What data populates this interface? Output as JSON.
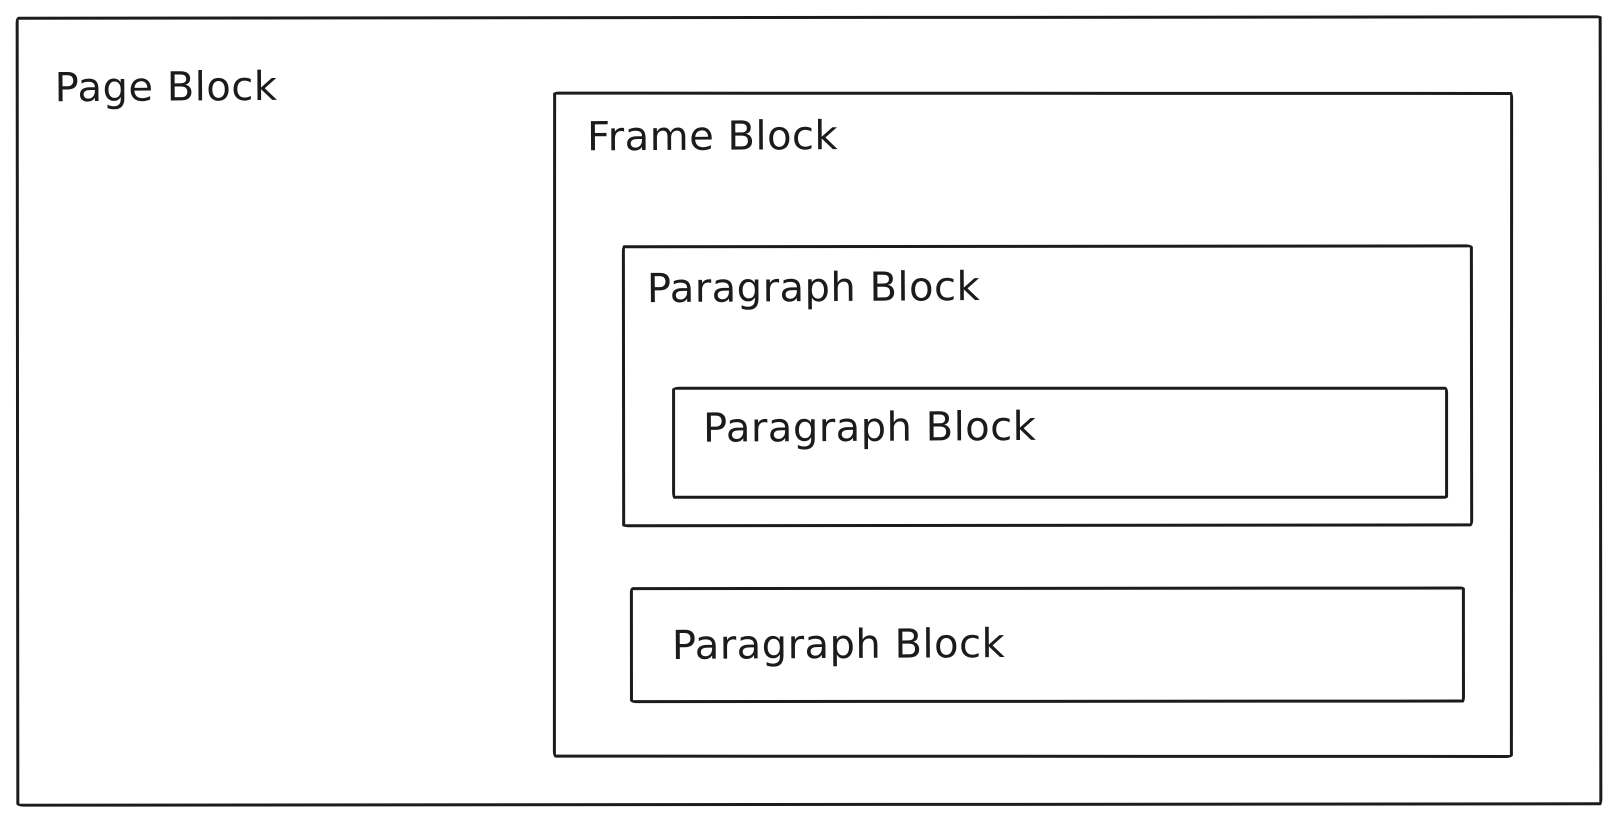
{
  "colors": {
    "background": "#ffffff",
    "stroke": "#1b1b1b",
    "text": "#1b1b1b"
  },
  "blocks": {
    "page": {
      "label": "Page Block"
    },
    "frame": {
      "label": "Frame Block"
    },
    "paragraph_outer": {
      "label": "Paragraph Block"
    },
    "paragraph_nested": {
      "label": "Paragraph Block"
    },
    "paragraph_bottom": {
      "label": "Paragraph Block"
    }
  }
}
